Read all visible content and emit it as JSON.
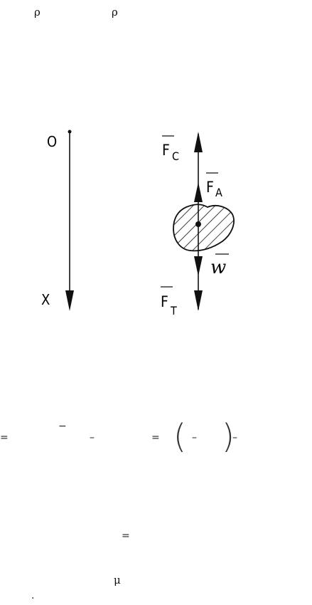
{
  "top_symbols": {
    "rho_left": "ρ",
    "rho_right": "ρ"
  },
  "axis": {
    "origin_label": "O",
    "axis_label": "X"
  },
  "forces": {
    "fc": {
      "base": "F",
      "sub": "C"
    },
    "fa": {
      "base": "F",
      "sub": "A"
    },
    "ft": {
      "base": "F",
      "sub": "T"
    },
    "w": {
      "base": "w"
    }
  },
  "equation1": {
    "eq1": "=",
    "bar": "−",
    "minus1": "–",
    "eq2": "=",
    "lparen": "(",
    "minus2": "–",
    "rparen": ")",
    "minus3": "–"
  },
  "equation2": {
    "eq": "="
  },
  "bottom": {
    "mu": "μ",
    "dot": "."
  },
  "colors": {
    "ink": "#111111",
    "background": "#ffffff"
  }
}
